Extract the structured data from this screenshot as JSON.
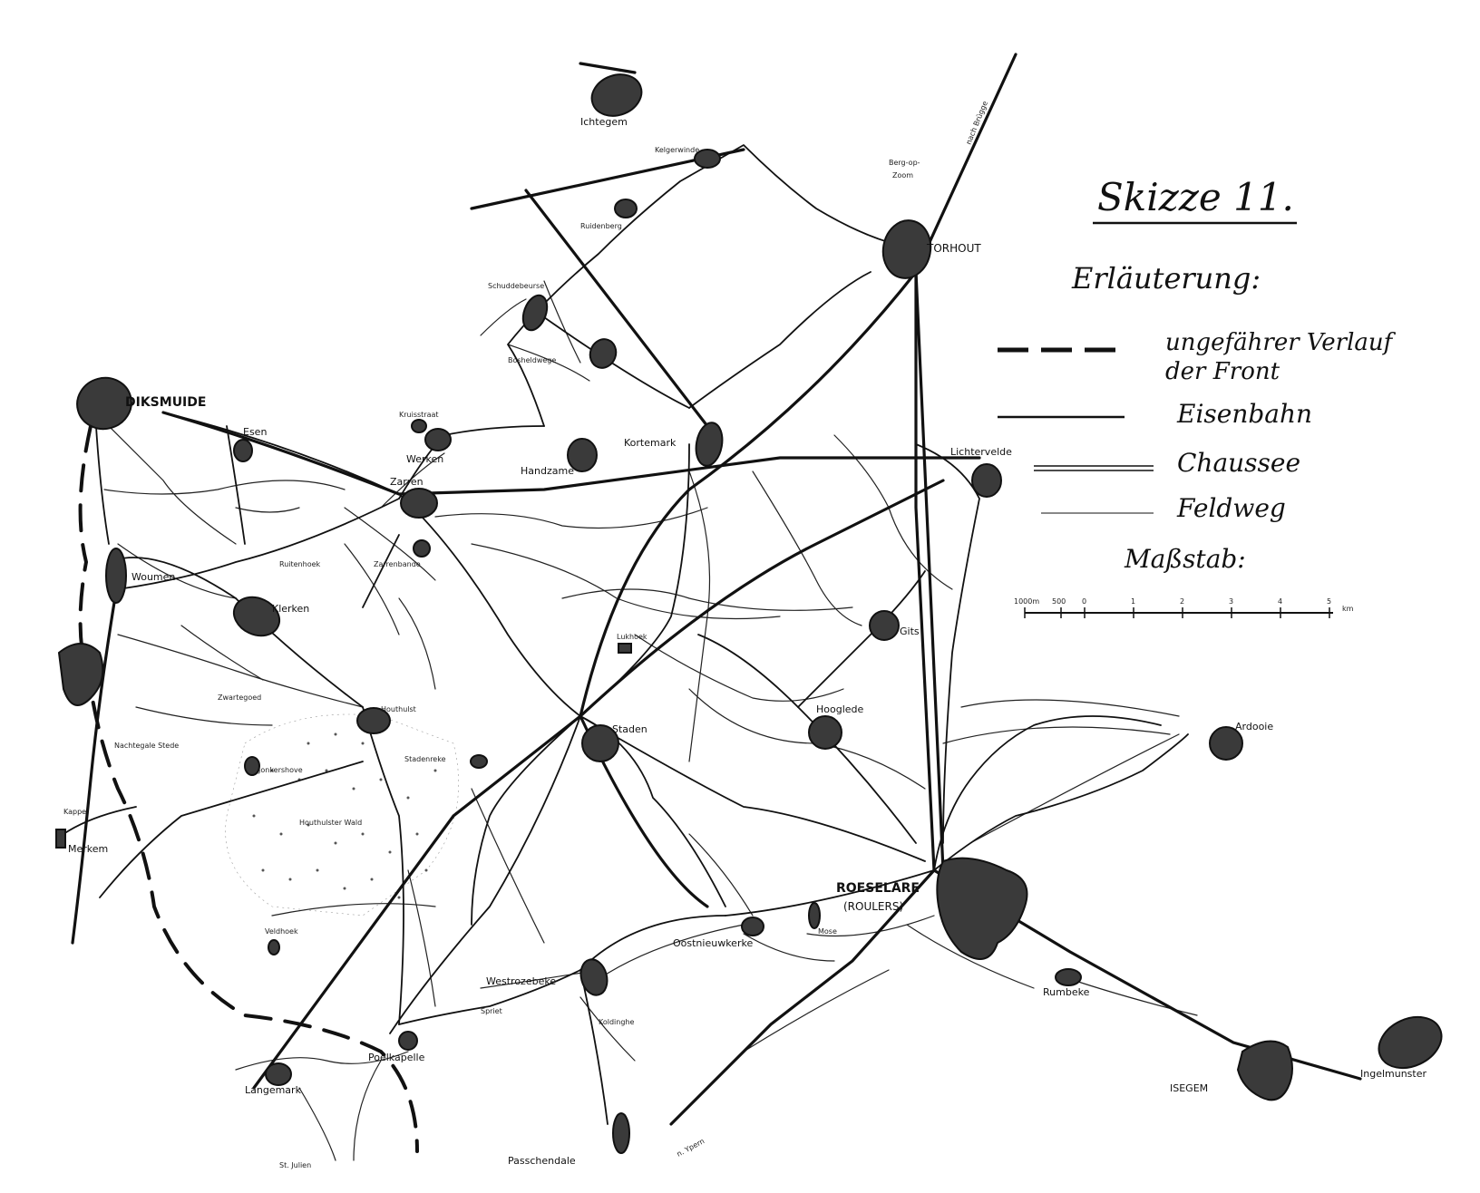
{
  "map": {
    "title": "Skizze 11.",
    "legend": {
      "heading": "Erläuterung:",
      "items": [
        {
          "key": "front",
          "label_line1": "ungefährer Verlauf",
          "label_line2": "der Front"
        },
        {
          "key": "rail",
          "label_line1": "Eisenbahn"
        },
        {
          "key": "road",
          "label_line1": "Chaussee"
        },
        {
          "key": "path",
          "label_line1": "Feldweg"
        }
      ],
      "scale_heading": "Maßstab:",
      "scale_ticks": [
        "1000m",
        "500",
        "0",
        "1",
        "2",
        "3",
        "4",
        "5"
      ],
      "scale_unit": "km"
    },
    "places": {
      "ichtegem": "Ichtegem",
      "kelgerwind": "Kelgerwinde",
      "ruidenberg": "Ruidenberg",
      "schuddebeurse": "Schuddebeurse",
      "bosheldwege": "Bosheldwege",
      "berg_op_zoom_1": "Berg-op-",
      "berg_op_zoom_2": "Zoom",
      "torhout": "TORHOUT",
      "diksmuide": "DIKSMUIDE",
      "esen": "Esen",
      "kruisstraat": "Kruisstraat",
      "werken": "Werken",
      "kortemark": "Kortemark",
      "handzame": "Handzame",
      "zarren": "Zarren",
      "lichtervelde": "Lichtervelde",
      "woumen": "Woumen",
      "klerken": "Klerken",
      "gits": "Gits",
      "lukhoek": "Lukhoek",
      "houthulst": "Houthulst",
      "hooglede": "Hooglede",
      "ardooie": "Ardooie",
      "staden": "Staden",
      "stadenreke": "Stadenreke",
      "jonkershove": "Jonkershove",
      "houthulster_wald": "Houthulster Wald",
      "kappe": "Kappe",
      "merkem": "Merkem",
      "roeselare": "ROESELARE",
      "roulers": "(ROULERS)",
      "oostnieuwkerke": "Oostnieuwkerke",
      "moose": "Mose",
      "westrozebeke": "Westrozebeke",
      "rumbeke": "Rumbeke",
      "veldhoek": "Veldhoek",
      "poelkapelle": "Poelkapelle",
      "langemark": "Langemark",
      "st_julien": "St. Julien",
      "passchendale": "Passchendale",
      "tsegem": "ISEGEM",
      "ingelmunster": "Ingelmunster",
      "nach_ypern": "n. Ypern",
      "nach_brugge": "nach Brügge",
      "zarrenhoek": "Zarrenbande",
      "ruitenhoek": "Ruitenhoek",
      "zwartgoed": "Zwartegoed",
      "nachtegale_stede": "Nachtegale Stede",
      "spriet": "Spriet",
      "koldeinghe": "Koldinghe"
    }
  }
}
